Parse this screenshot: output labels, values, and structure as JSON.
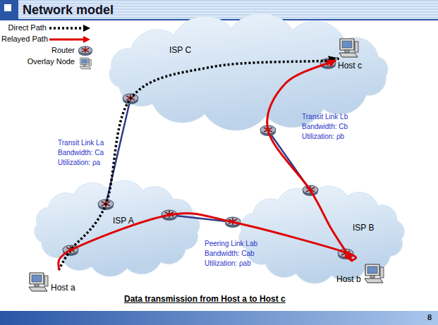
{
  "diagram": {
    "title": "Network model",
    "caption": "Data transmission from Host a to Host c",
    "nodes": [
      {
        "text": [
          "ISP C"
        ]
      },
      {
        "text": [
          "Host c"
        ]
      },
      {
        "text": [
          "ISP A"
        ]
      },
      {
        "text": [
          "ISP B"
        ]
      },
      {
        "text": [
          "Host a"
        ]
      },
      {
        "text": [
          "Host b"
        ]
      }
    ],
    "edges": [
      {
        "from": 4,
        "to": 1,
        "arrow": "to"
      },
      {
        "from": 4,
        "to": 5,
        "arrow": "to"
      },
      {
        "from": 5,
        "to": 1,
        "arrow": "to"
      }
    ],
    "labels": [
      "Transit Link La",
      "Bandwidth: Ca",
      "Utilization: ρa",
      "Transit Link Lb",
      "Bandwidth: Cb",
      "Utilization: ρb",
      "Peering Link Lab",
      "Bandwidth: Cab",
      "Utilization: ρab",
      "8"
    ],
    "legend": [
      {
        "text": "Direct Path"
      },
      {
        "text": "Relayed Path"
      },
      {
        "text": "Router"
      },
      {
        "text": "Overlay Node"
      }
    ]
  }
}
